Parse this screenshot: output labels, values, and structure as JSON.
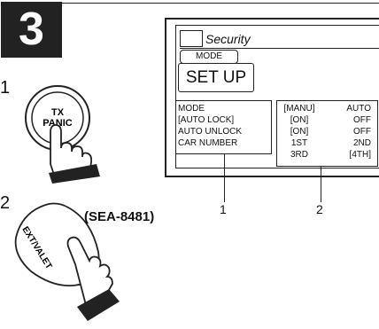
{
  "step_number": "3",
  "step_labels": {
    "one": "1",
    "two": "2"
  },
  "remote": {
    "panic_button_line1": "TX",
    "panic_button_line2": "PANIC",
    "ext_valet_label": "EXT/VALET",
    "model_label": "(SEA-8481)"
  },
  "screen": {
    "section_label": "Security",
    "mode_tab": "MODE",
    "setup_button": "SET UP",
    "menu_items": [
      "MODE",
      "[AUTO LOCK]",
      "AUTO UNLOCK",
      "CAR NUMBER"
    ],
    "options": [
      {
        "left": "[MANU]",
        "right": "AUTO"
      },
      {
        "left": "[ON]",
        "right": "OFF"
      },
      {
        "left": "[ON]",
        "right": "OFF"
      },
      {
        "left": "1ST",
        "right": "2ND"
      },
      {
        "left": "3RD",
        "right": "[4TH]"
      }
    ]
  },
  "callouts": {
    "one": "1",
    "two": "2"
  }
}
